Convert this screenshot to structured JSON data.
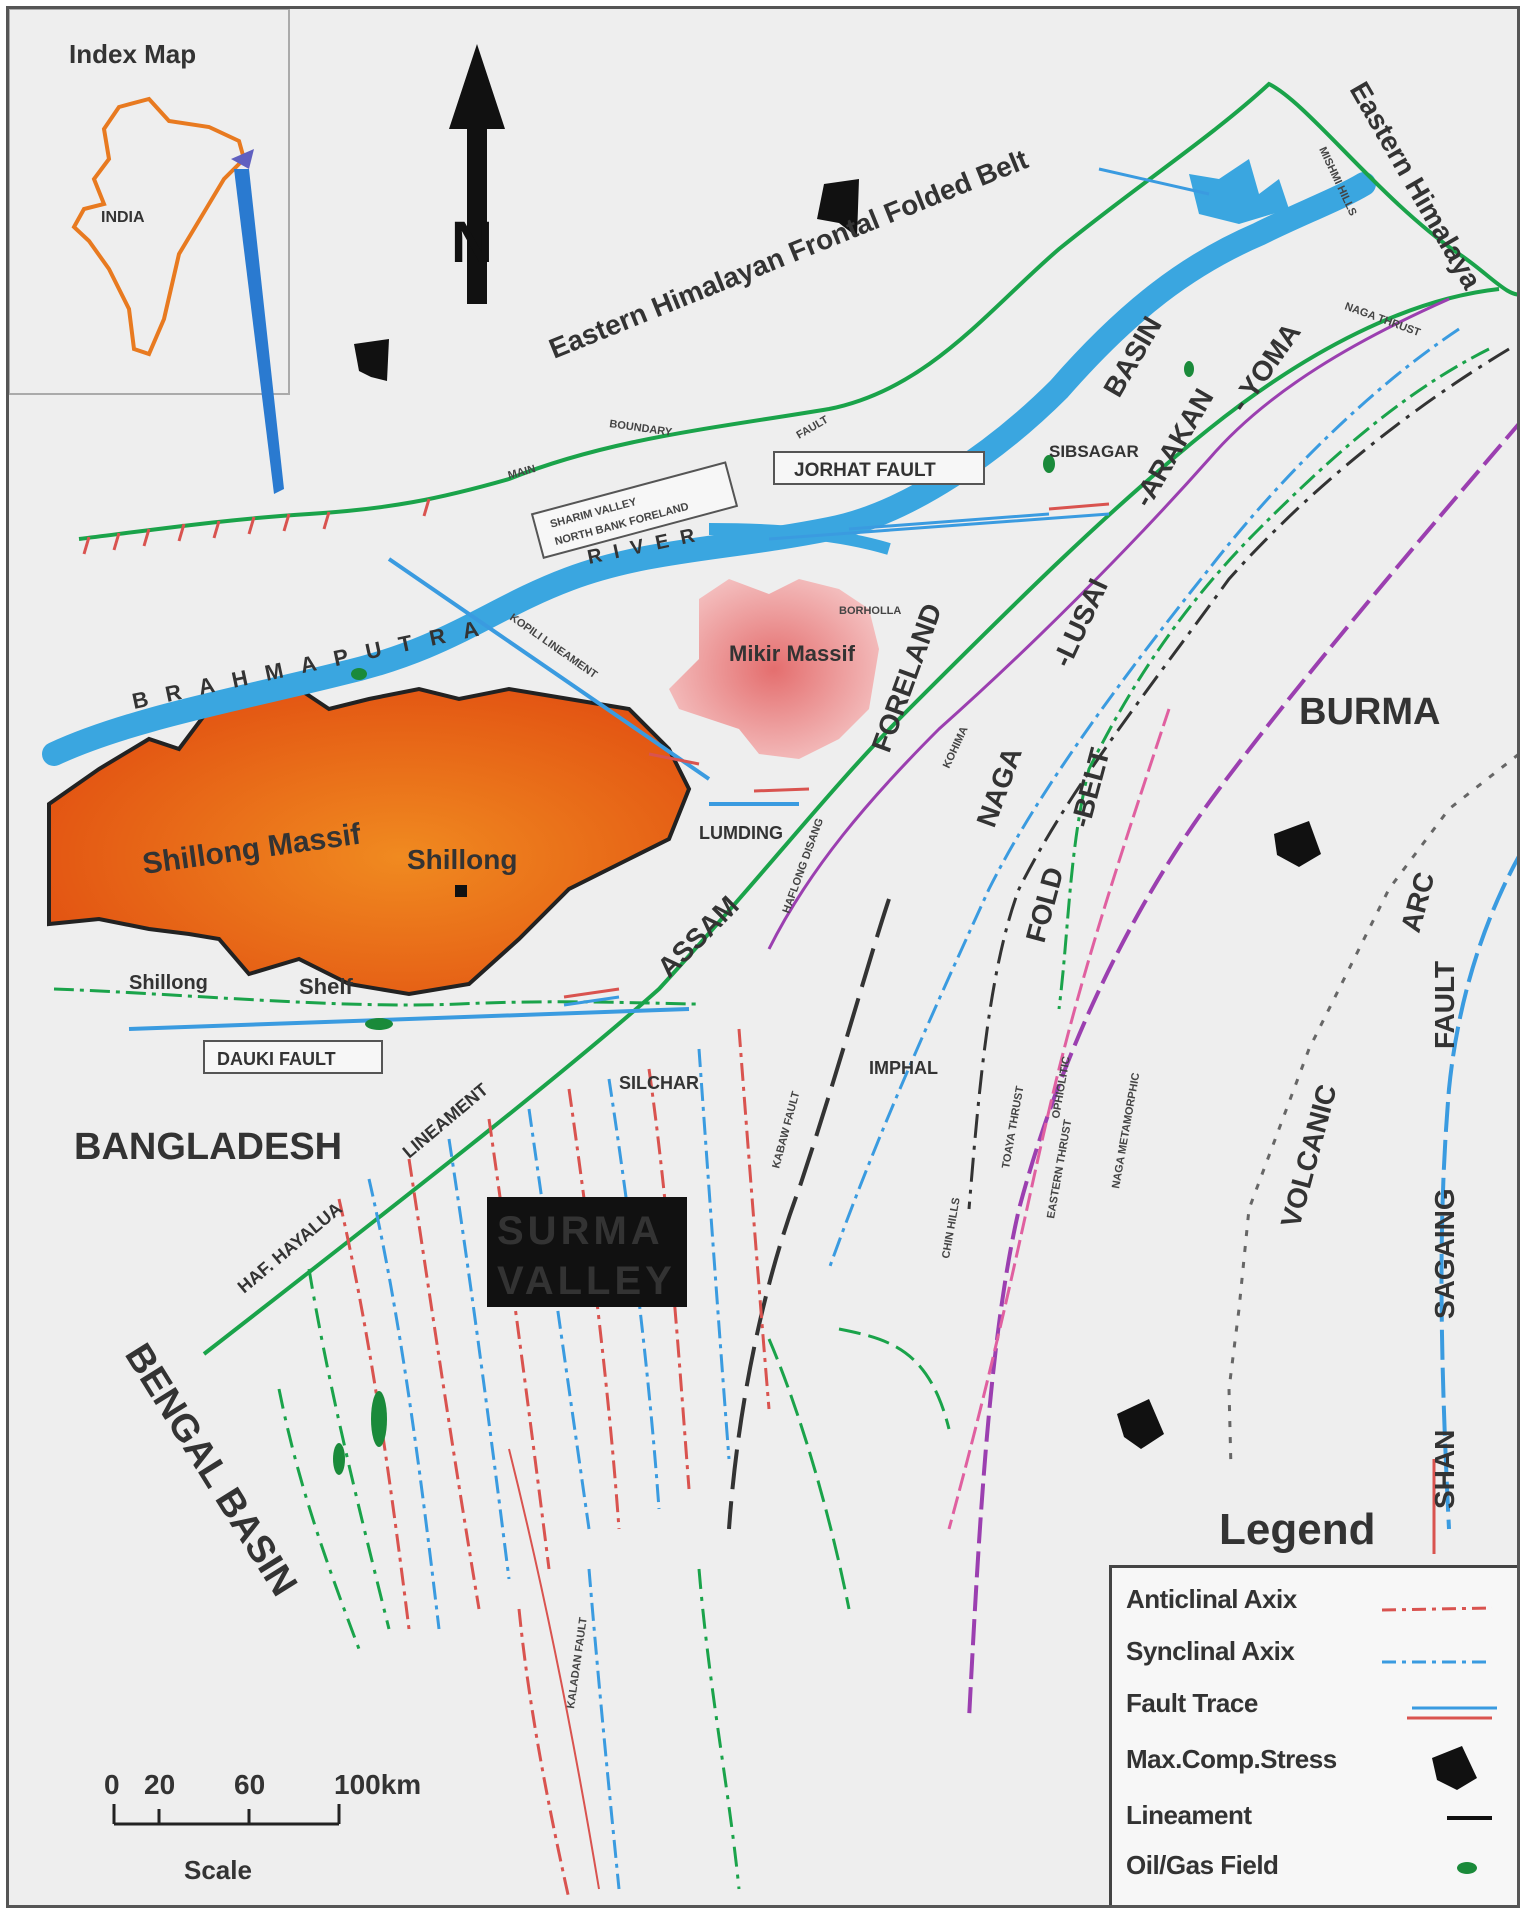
{
  "index_map": {
    "title": "Index Map",
    "country": "INDIA"
  },
  "north_arrow": "N",
  "regions": {
    "efb": "Eastern  Himalayan Frontal Folded Belt",
    "eastern_himalaya": "Eastern Himalaya",
    "mishmi": "MISHMI HILLS",
    "basin": "BASIN",
    "main_boundary_fault": [
      "MAIN",
      "BOUNDARY",
      "FAULT"
    ],
    "jorhat_fault": "JORHAT FAULT",
    "dibrugarh_box": [
      "SHARIM VALLEY",
      "NORTH BANK FORELAND"
    ],
    "sibsagar": "SIBSAGAR",
    "naga_thrust": "NAGA THRUST",
    "river": "RIVER",
    "brahmaputra": "BRAHMAPUTRA",
    "kopili": "KOPILI LINEAMENT",
    "mikir_massif": "Mikir Massif",
    "borholla": "BORHOLLA",
    "lumding": "LUMDING",
    "shillong_massif": "Shillong Massif",
    "shillong": "Shillong",
    "shillong_shelf": [
      "Shillong",
      "Shelf"
    ],
    "dauki_fault": "DAUKI FAULT",
    "foreland": "FORELAND",
    "assam": "ASSAM",
    "naga_lusai_arakan_yoma": [
      "NAGA",
      "-LUSAI",
      "-ARAKAN",
      "- YOMA"
    ],
    "fold_belt": [
      "FOLD",
      "-BELT"
    ],
    "burma": "BURMA",
    "volcanic_arc": [
      "VOLCANIC",
      "ARC"
    ],
    "shan_sagaing": [
      "SHAN",
      "SAGAING",
      "FAULT"
    ],
    "bangladesh": "BANGLADESH",
    "silchar": "SILCHAR",
    "imphal": "IMPHAL",
    "kabaw_fault": "KABAW FAULT",
    "haflong_disang": "HAFLONG DISANG",
    "kohima": "KOHIMA",
    "ophiolitic": "OPHIOLITIC",
    "naga_metamorphic": "NAGA METAMORPHIC",
    "eastern_thrust": "EASTERN THRUST",
    "haflong": "HAF. HAYALUA",
    "lineament": "LINEAMENT",
    "surma_valley": [
      "SURMA",
      "VALLEY"
    ],
    "bengal_basin": "BENGAL BASIN",
    "kaladan_fault": "KALADAN  FAULT",
    "toaya": "TOAYA THRUST",
    "chinhill": "CHIN HILLS"
  },
  "legend": {
    "title": "Legend",
    "items": [
      {
        "label": "Anticlinal Axix",
        "color": "#d9534f"
      },
      {
        "label": "Synclinal Axix",
        "color": "#3a9be0"
      },
      {
        "label": "Fault Trace",
        "color": "#3a9be0"
      },
      {
        "label": "Max.Comp.Stress",
        "color": "#111111"
      },
      {
        "label": "Lineament",
        "color": "#111111"
      },
      {
        "label": "Oil/Gas Field",
        "color": "#1a8a3a"
      }
    ]
  },
  "scale": {
    "ticks": [
      "0",
      "20",
      "60",
      "100km"
    ],
    "label": "Scale"
  },
  "colors": {
    "river": "#3aa6e0",
    "thrust_green": "#1aa34a",
    "thrust_purple": "#9b3fb0",
    "shillong_fill": "#e0641a",
    "mikir_fill": "#f0a0a0",
    "anticline": "#d9534f",
    "syncline": "#3a9be0",
    "fault_black": "#333333"
  }
}
